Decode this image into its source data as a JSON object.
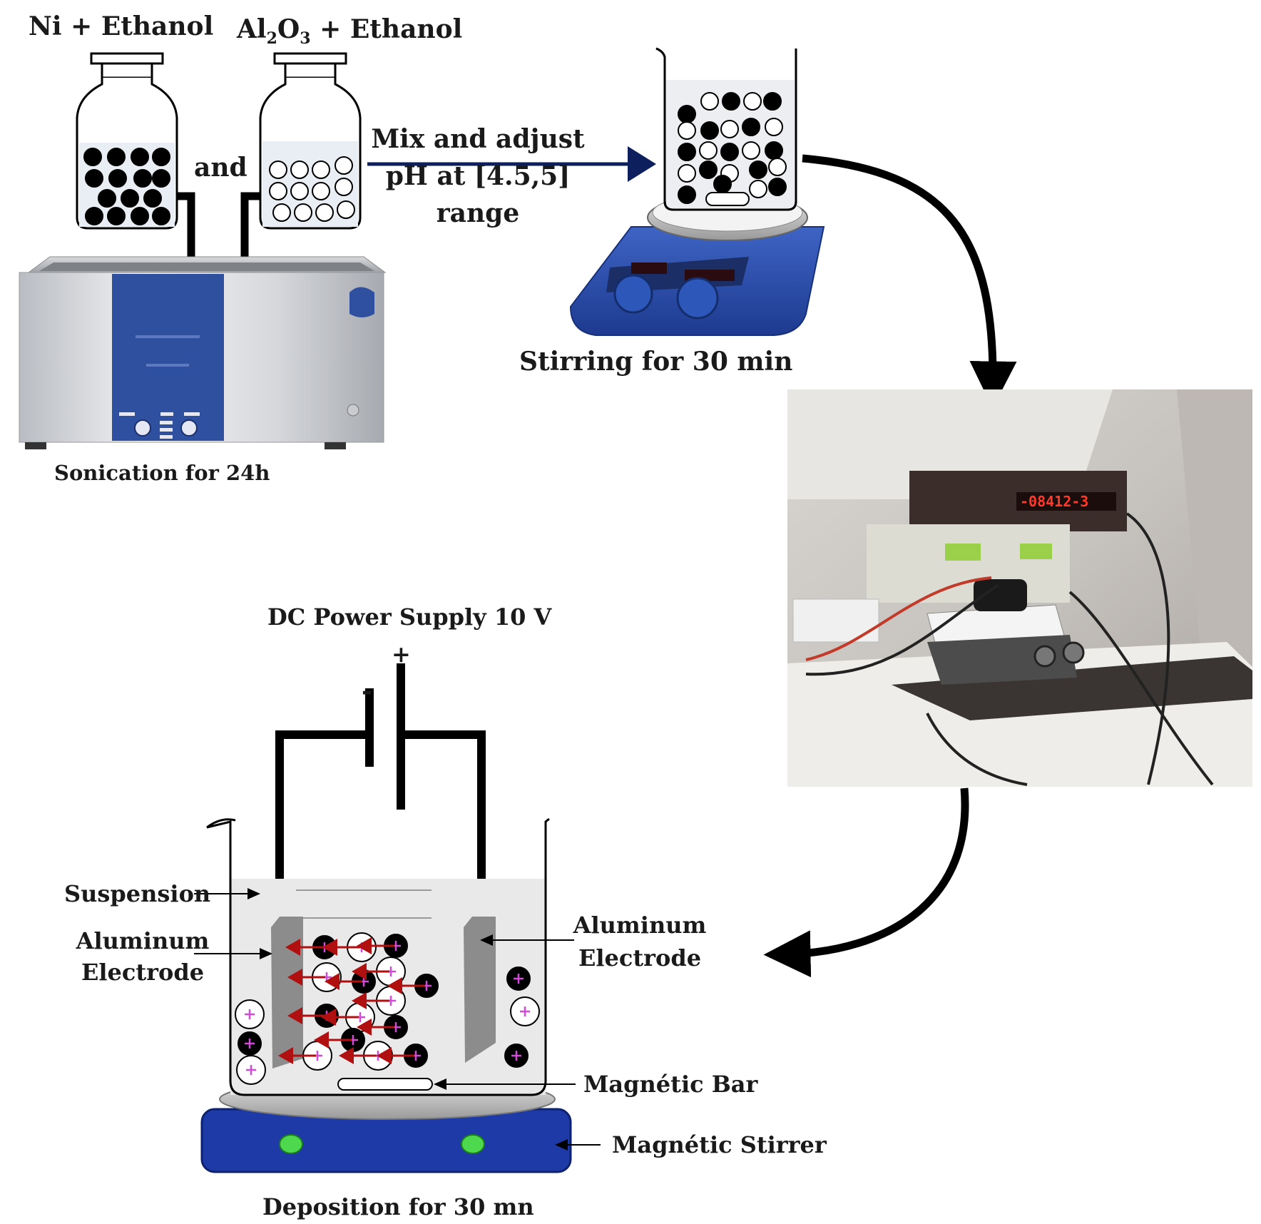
{
  "top": {
    "ni_label": "Ni + Ethanol",
    "al2o3_label_main": "Al",
    "al2o3_sub1": "2",
    "al2o3_o": "O",
    "al2o3_sub2": "3",
    "al2o3_rest": " + Ethanol",
    "and_label": "and",
    "mix_line1": "Mix and adjust",
    "mix_line2": "pH at [4.5,5]",
    "mix_line3": "range",
    "stirring_label": "Stirring for 30 min",
    "sonication_label": "Sonication for 24h"
  },
  "deposition": {
    "power_label": "DC Power Supply 10 V",
    "plus_sign": "+",
    "minus_sign": "-",
    "suspension_label": "Suspension",
    "left_electrode_line1": "Aluminum",
    "left_electrode_line2": "Electrode",
    "right_electrode_line1": "Aluminum",
    "right_electrode_line2": "Electrode",
    "magnetic_bar_label": "Magnétic Bar",
    "magnetic_stirrer_label": "Magnétic Stirrer",
    "deposition_label": "Deposition for 30 mn"
  },
  "photo": {
    "meter_readout": "-08412-3"
  },
  "colors": {
    "arrow_navy": "#0d1f5c",
    "electrode_gray": "#8c8c8c",
    "stirrer_blue": "#1e3aa6",
    "plus_pink": "#d24bd8",
    "force_arrow_red": "#b01010",
    "bath_blue": "#2f4f9f"
  }
}
